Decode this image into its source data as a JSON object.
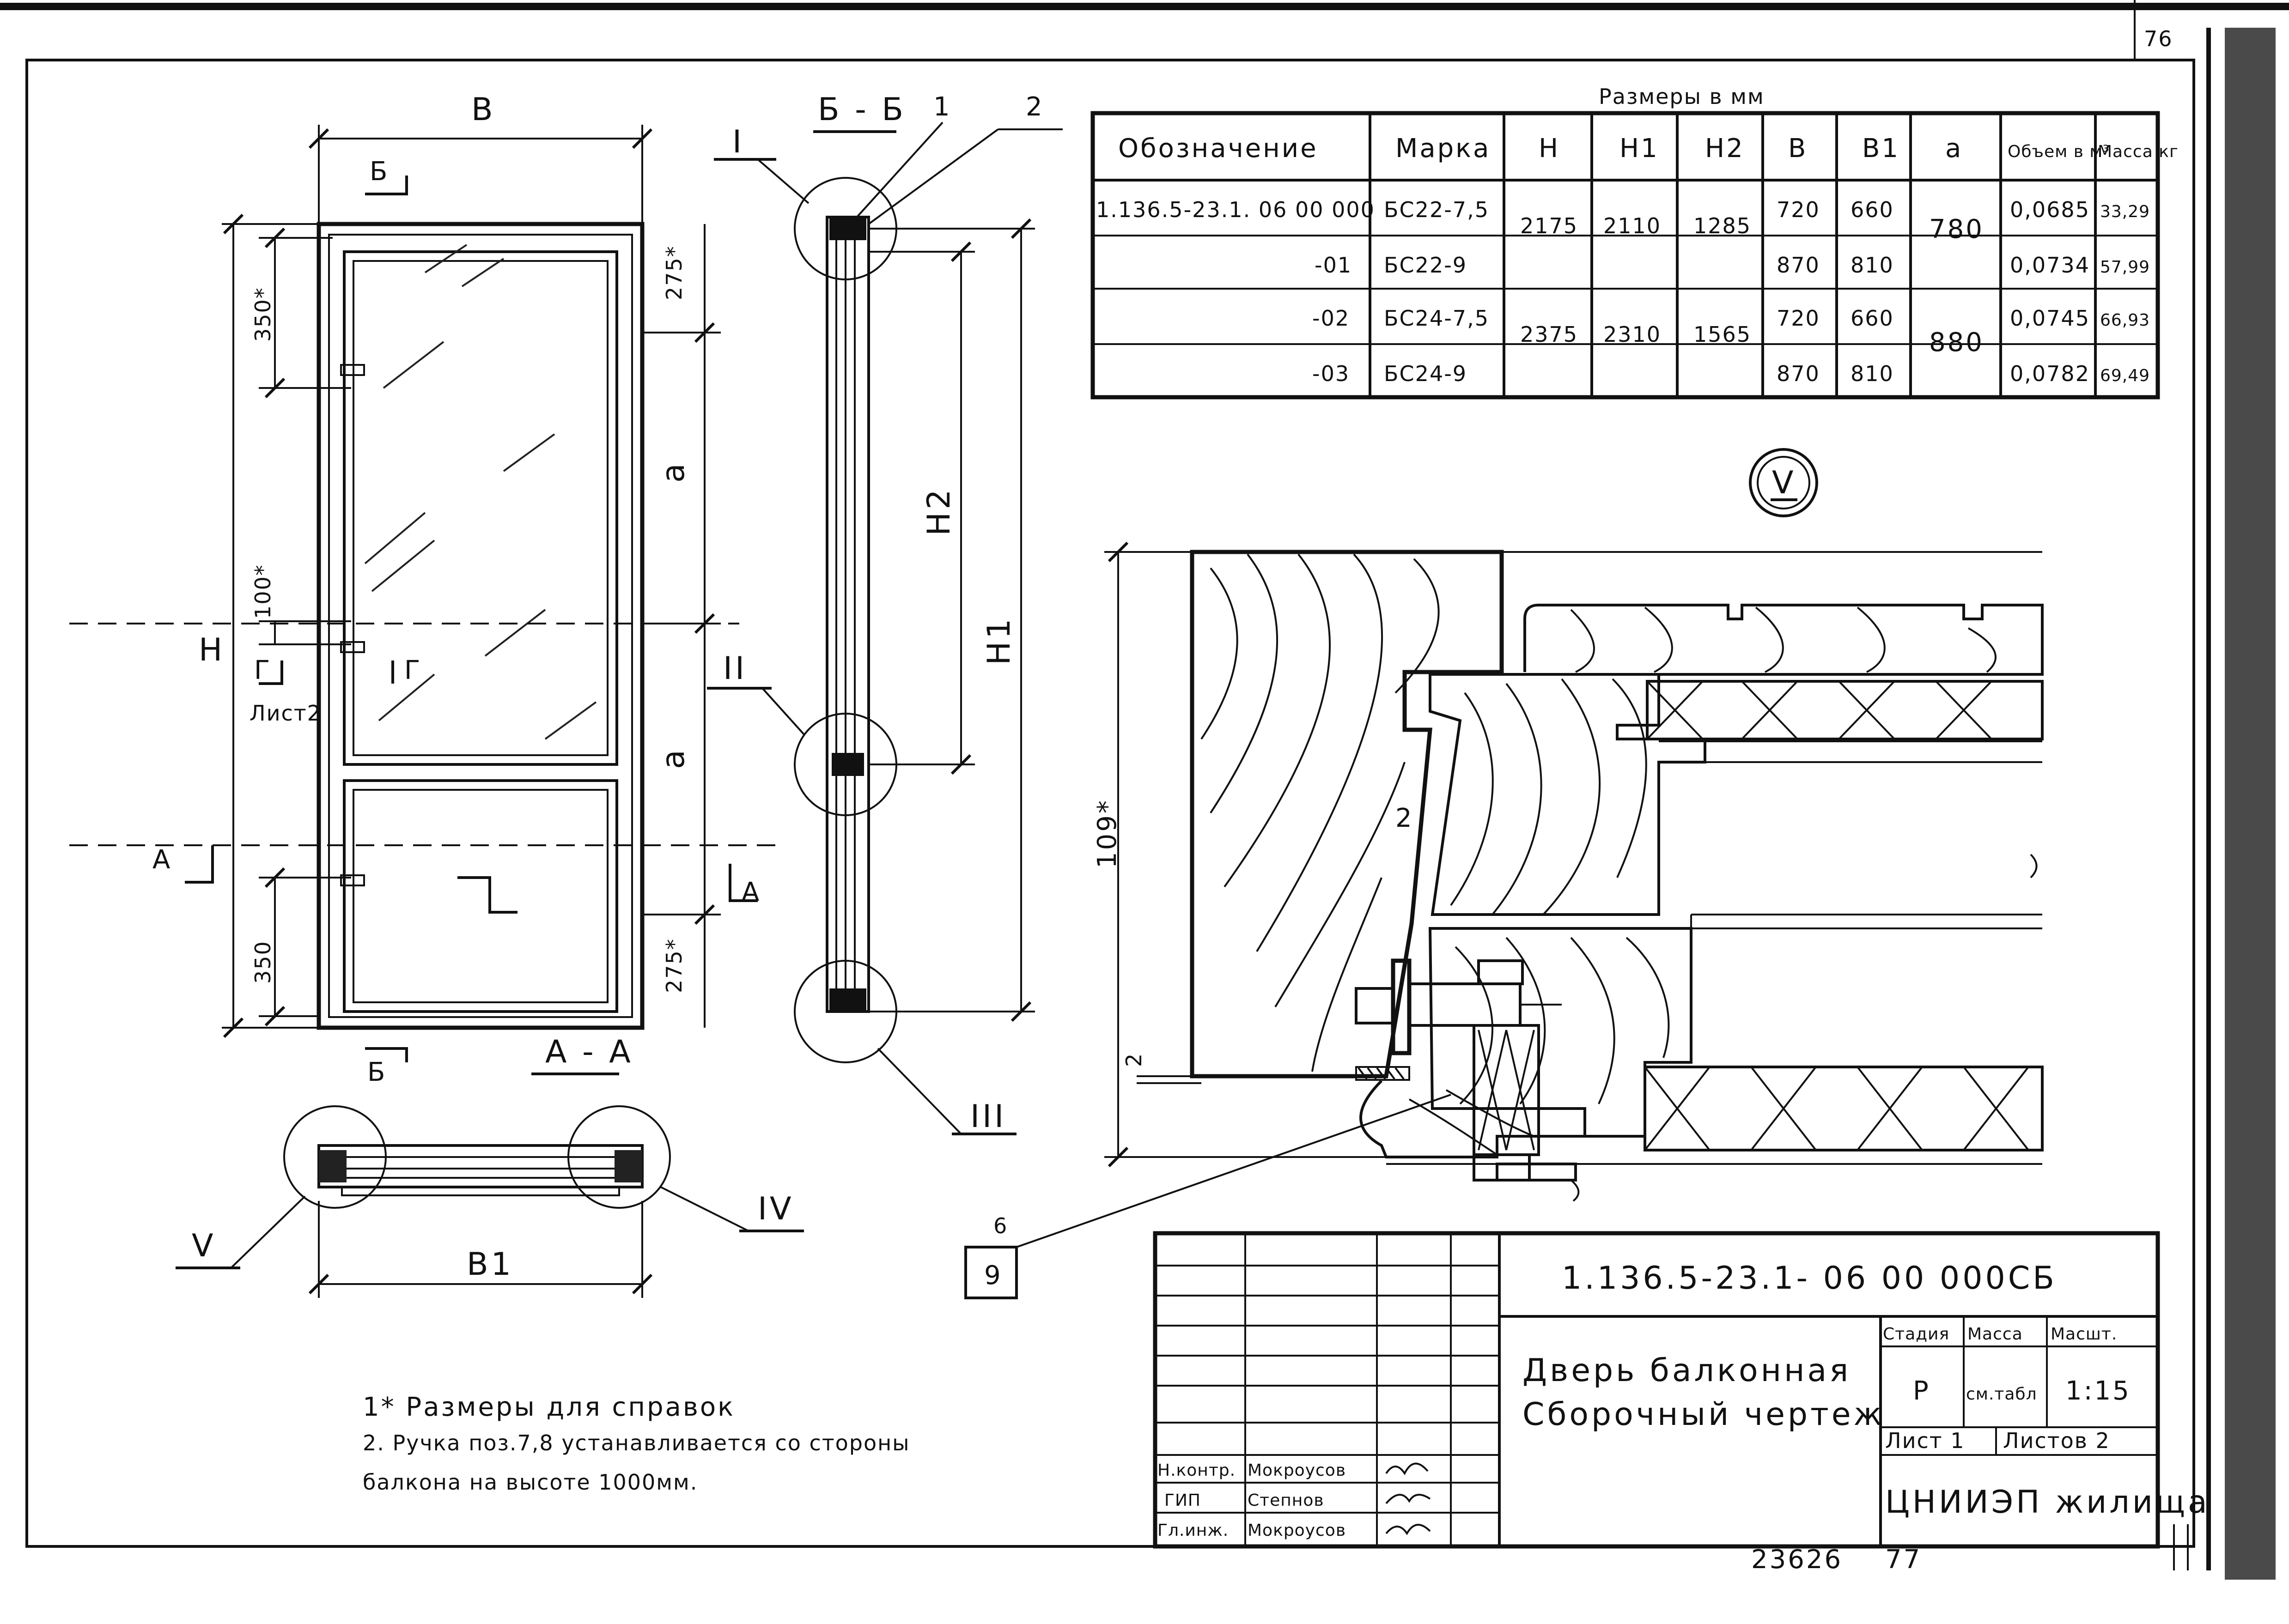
{
  "sheet_number": "76",
  "bottom_numbers": [
    "23626",
    "77"
  ],
  "views": {
    "front": {
      "width_label": "B",
      "height_label": "H",
      "section_marks": [
        "Б",
        "Б"
      ],
      "section_a_marks": [
        "A",
        "A"
      ],
      "section_g_marks": [
        "Г",
        "Г"
      ],
      "sheet_ref": "Лист2",
      "view_title": "A - A",
      "dims_left": [
        "350*",
        "100*",
        "350"
      ],
      "dims_right": [
        "275*",
        "a",
        "a",
        "275*"
      ]
    },
    "section_bb": {
      "title": "Б - Б",
      "callouts": [
        "1",
        "2"
      ],
      "nodes": [
        "I",
        "II",
        "III"
      ],
      "dims": [
        "H2",
        "H1"
      ]
    },
    "plan": {
      "width_label": "B1",
      "nodes": [
        "V",
        "IV"
      ]
    },
    "detail_v": {
      "title": "V",
      "dim": "109*",
      "gap": "2",
      "mark": "2",
      "leader_top": "6",
      "leader_bottom": "9"
    }
  },
  "spec_table": {
    "caption": "Размеры в мм",
    "headers": [
      "Обозначение",
      "Марка",
      "H",
      "H1",
      "H2",
      "B",
      "B1",
      "a",
      "Объем в м³",
      "Масса кг"
    ],
    "rows": [
      {
        "designation": "1.136.5-23.1. 06 00 000",
        "mark": "БС22-7,5",
        "H": "2175",
        "H1": "2110",
        "H2": "1285",
        "B": "720",
        "B1": "660",
        "a": "780",
        "volume": "0,0685",
        "mass": "33,29"
      },
      {
        "designation": "-01",
        "mark": "БС22-9",
        "H": "",
        "H1": "",
        "H2": "",
        "B": "870",
        "B1": "810",
        "a": "",
        "volume": "0,0734",
        "mass": "57,99"
      },
      {
        "designation": "-02",
        "mark": "БС24-7,5",
        "H": "2375",
        "H1": "2310",
        "H2": "1565",
        "B": "720",
        "B1": "660",
        "a": "880",
        "volume": "0,0745",
        "mass": "66,93"
      },
      {
        "designation": "-03",
        "mark": "БС24-9",
        "H": "",
        "H1": "",
        "H2": "",
        "B": "870",
        "B1": "810",
        "a": "",
        "volume": "0,0782",
        "mass": "69,49"
      }
    ]
  },
  "notes": [
    "1* Размеры для справок",
    "2. Ручка поз.7,8 устанавливается со стороны",
    "балкона на высоте 1000мм."
  ],
  "title_block": {
    "code": "1.136.5-23.1- 06 00 000СБ",
    "name_line1": "Дверь балконная",
    "name_line2": "Сборочный чертеж",
    "stage_header": "Стадия",
    "mass_header": "Масса",
    "scale_header": "Масшт.",
    "stage": "Р",
    "mass": "см.табл",
    "scale": "1:15",
    "sheet": "Лист 1",
    "sheets": "Листов 2",
    "org": "ЦНИИЭП жилища",
    "signatures": [
      {
        "role": "Н.контр.",
        "name": "Мокроусов"
      },
      {
        "role": "ГИП",
        "name": "Степнов"
      },
      {
        "role": "Гл.инж.",
        "name": "Мокроусов"
      }
    ]
  }
}
